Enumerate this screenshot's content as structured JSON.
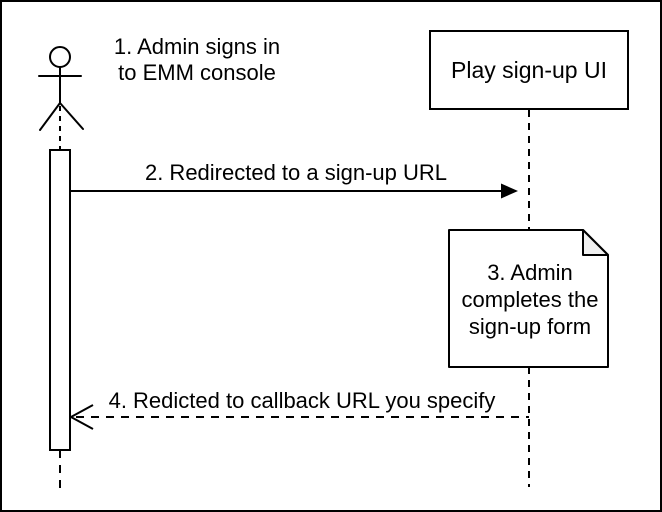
{
  "diagram": {
    "type": "uml-sequence",
    "colors": {
      "background": "#ffffff",
      "stroke": "#000000",
      "note_fold": "#f0f0f0"
    },
    "actor": {
      "icon": "person-stick-figure",
      "annotation": "1. Admin signs in\nto EMM console"
    },
    "participant": {
      "label": "Play sign-up UI"
    },
    "messages": [
      {
        "step": "2",
        "label": "2. Redirected to a sign-up URL",
        "style": "solid-arrow",
        "direction": "actor-to-participant"
      },
      {
        "step": "4",
        "label": "4. Redicted to callback URL you specify",
        "style": "dashed-open-arrow",
        "direction": "participant-to-actor"
      }
    ],
    "note": {
      "label": "3. Admin\ncompletes the\nsign-up form"
    }
  }
}
